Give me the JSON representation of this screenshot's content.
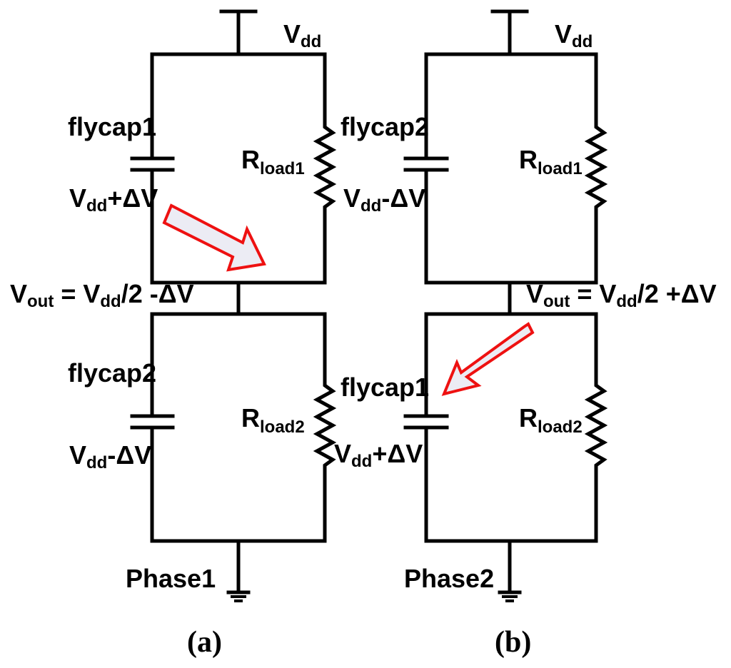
{
  "panel_a": {
    "vdd": {
      "main": "V",
      "sub": "dd"
    },
    "top_cap_name": "flycap1",
    "top_cap_volt": {
      "main": "V",
      "sub": "dd",
      "suffix": "+ΔV"
    },
    "top_res": {
      "main": "R",
      "sub": "load1"
    },
    "bottom_cap_name": "flycap2",
    "bottom_cap_volt": {
      "main": "V",
      "sub": "dd",
      "suffix": "-ΔV"
    },
    "bottom_res": {
      "main": "R",
      "sub": "load2"
    },
    "vout": {
      "main": "V",
      "sub": "out",
      "mid": " = V",
      "sub2": "dd",
      "suffix": "/2 -ΔV"
    },
    "phase": "Phase1",
    "caption": "(a)"
  },
  "panel_b": {
    "vdd": {
      "main": "V",
      "sub": "dd"
    },
    "top_cap_name": "flycap2",
    "top_cap_volt": {
      "main": "V",
      "sub": "dd",
      "suffix": "-ΔV"
    },
    "top_res": {
      "main": "R",
      "sub": "load1"
    },
    "bottom_cap_name": "flycap1",
    "bottom_cap_volt": {
      "main": "V",
      "sub": "dd",
      "suffix": "+ΔV"
    },
    "bottom_res": {
      "main": "R",
      "sub": "load2"
    },
    "vout": {
      "main": "V",
      "sub": "out",
      "mid": " = V",
      "sub2": "dd",
      "suffix": "/2 +ΔV"
    },
    "phase": "Phase2",
    "caption": "(b)"
  },
  "colors": {
    "arrow_stroke": "#ee1111",
    "arrow_fill": "#ececf4",
    "wire": "#000000"
  }
}
